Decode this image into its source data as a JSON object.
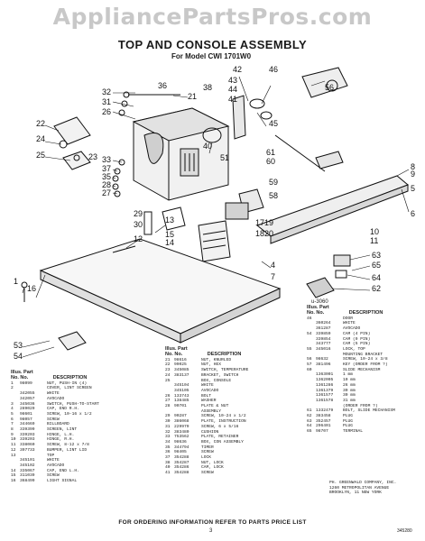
{
  "watermark": "AppliancePartsPros.com",
  "title": "TOP AND CONSOLE ASSEMBLY",
  "subtitle": "For Model CWI 1701W0",
  "figure_label": "u-3060",
  "callouts": [
    {
      "t": "36"
    },
    {
      "t": "32"
    },
    {
      "t": "31"
    },
    {
      "t": "21"
    },
    {
      "t": "26"
    },
    {
      "t": "22"
    },
    {
      "t": "24"
    },
    {
      "t": "25"
    },
    {
      "t": "23"
    },
    {
      "t": "33"
    },
    {
      "t": "37"
    },
    {
      "t": "35"
    },
    {
      "t": "28"
    },
    {
      "t": "27"
    },
    {
      "t": "42"
    },
    {
      "t": "46"
    },
    {
      "t": "43"
    },
    {
      "t": "44"
    },
    {
      "t": "41"
    },
    {
      "t": "38"
    },
    {
      "t": "56"
    },
    {
      "t": "45"
    },
    {
      "t": "40"
    },
    {
      "t": "51"
    },
    {
      "t": "61"
    },
    {
      "t": "60"
    },
    {
      "t": "8"
    },
    {
      "t": "9"
    },
    {
      "t": "5"
    },
    {
      "t": "6"
    },
    {
      "t": "59"
    },
    {
      "t": "58"
    },
    {
      "t": "29"
    },
    {
      "t": "30"
    },
    {
      "t": "13"
    },
    {
      "t": "15"
    },
    {
      "t": "14"
    },
    {
      "t": "12"
    },
    {
      "t": "17"
    },
    {
      "t": "19"
    },
    {
      "t": "20"
    },
    {
      "t": "18"
    },
    {
      "t": "63"
    },
    {
      "t": "65"
    },
    {
      "t": "64"
    },
    {
      "t": "62"
    },
    {
      "t": "1"
    },
    {
      "t": "16"
    },
    {
      "t": "53"
    },
    {
      "t": "54"
    },
    {
      "t": "4"
    },
    {
      "t": "7"
    },
    {
      "t": "10"
    },
    {
      "t": "11"
    }
  ],
  "table1": {
    "headers": [
      "Illus. Part",
      "No.  No.",
      "DESCRIPTION"
    ],
    "rows": [
      [
        "1",
        "98099",
        "NUT, PUSH-IN (4)"
      ],
      [
        "2",
        "",
        "COVER, LINT SCREEN"
      ],
      [
        "",
        "342055",
        "WHITE"
      ],
      [
        "",
        "342057",
        "AVOCADO"
      ],
      [
        "3",
        "345036",
        "SWITCH, PUSH-TO-START"
      ],
      [
        "4",
        "289029",
        "CAP, END R.H."
      ],
      [
        "5",
        "98601",
        "SCREW, 10-16 x 1/2"
      ],
      [
        "6",
        "98057",
        "SCREW"
      ],
      [
        "7",
        "344669",
        "BILLBOARD"
      ],
      [
        "8",
        "339399",
        "SCREEN, LINT"
      ],
      [
        "9",
        "339203",
        "HINGE, L.H."
      ],
      [
        "10",
        "339203",
        "HINGE, R.H."
      ],
      [
        "11",
        "338060",
        "SCREW, 8-12 x 7/8"
      ],
      [
        "12",
        "397733",
        "BUMPER, LINT LID"
      ],
      [
        "13",
        "",
        "TOP"
      ],
      [
        "",
        "345101",
        "WHITE"
      ],
      [
        "",
        "345102",
        "AVOCADO"
      ],
      [
        "14",
        "335067",
        "CAP, END L.H."
      ],
      [
        "15",
        "311039",
        "SCREW"
      ],
      [
        "16",
        "368499",
        "LIGHT SIGNAL"
      ]
    ]
  },
  "table2": {
    "headers": [
      "Illus. Part",
      "No.  No.",
      "DESCRIPTION"
    ],
    "rows": [
      [
        "21",
        "98616",
        "NUT, KNURLED"
      ],
      [
        "22",
        "99025",
        "NUT, HEX"
      ],
      [
        "23",
        "345085",
        "SWITCH, TEMPERATURE"
      ],
      [
        "24",
        "383137",
        "BRACKET, SWITCH"
      ],
      [
        "25",
        "",
        "BOX, CONSOLE"
      ],
      [
        "",
        "345104",
        "WHITE"
      ],
      [
        "",
        "345105",
        "AVOCADO"
      ],
      [
        "26",
        "133743",
        "BOLT"
      ],
      [
        "27",
        "138485",
        "WASHER"
      ],
      [
        "28",
        "90701",
        "PLATE & NUT"
      ],
      [
        "",
        "",
        "ASSEMBLY"
      ],
      [
        "29",
        "90287",
        "SCREW, 10-24 x 1/2"
      ],
      [
        "30",
        "386068",
        "PLATE, INSTRUCTION"
      ],
      [
        "31",
        "229979",
        "SCREW, 6 x 5/16"
      ],
      [
        "32",
        "383480",
        "CUSHION"
      ],
      [
        "33",
        "753562",
        "PLATE, RETAINER"
      ],
      [
        "34",
        "98636",
        "BOX, CON ASSEMBLY"
      ],
      [
        "35",
        "344794",
        "TIMER"
      ],
      [
        "36",
        "98405",
        "SCREW"
      ],
      [
        "37",
        "354288",
        "LOCK"
      ],
      [
        "38",
        "354287",
        "NUT, LOCK"
      ],
      [
        "40",
        "354286",
        "CAM, LOCK"
      ],
      [
        "41",
        "354288",
        "SCREW"
      ]
    ]
  },
  "table3": {
    "headers": [
      "Illus. Part",
      "No.  No.",
      "DESCRIPTION"
    ],
    "rows": [
      [
        "46",
        "",
        "DOOR"
      ],
      [
        "",
        "360264",
        "WHITE"
      ],
      [
        "",
        "361287",
        "AVOCADO"
      ],
      [
        "54",
        "339859",
        "CAM (4 PIN)"
      ],
      [
        "",
        "339854",
        "CAM (9 PIN)"
      ],
      [
        "",
        "343777",
        "CAM (5 PIN)"
      ],
      [
        "55",
        "345016",
        "LOCK, TOP"
      ],
      [
        "",
        "",
        "MOUNTING BRACKET"
      ],
      [
        "56",
        "98632",
        "SCREW, 10-24 x 3/8"
      ],
      [
        "57",
        "381496",
        "KEY (ORDER FROM ?)"
      ],
      [
        "60",
        "",
        "SLIDE MECHANISM"
      ],
      [
        "",
        "1363001",
        "1 mm"
      ],
      [
        "",
        "1362005",
        "10 mm"
      ],
      [
        "",
        "1361286",
        "26 mm"
      ],
      [
        "",
        "1361379",
        "30 mm"
      ],
      [
        "",
        "1361577",
        "30 mm"
      ],
      [
        "",
        "1361578",
        "31 mm"
      ],
      [
        "",
        "",
        "(ORDER FROM ?)"
      ],
      [
        "61",
        "1332479",
        "BOLT, SLIDE MECHANISM"
      ],
      [
        "62",
        "383458",
        "PLUG"
      ],
      [
        "63",
        "352457",
        "PLUG"
      ],
      [
        "64",
        "296401",
        "PLUG"
      ],
      [
        "65",
        "98707",
        "TERMINAL"
      ]
    ]
  },
  "address": [
    "PH. GREENWALD COMPANY, INC.",
    "1260 METROPOLITAN AVENUE",
    "BROOKLYN, 11 NEW YORK"
  ],
  "footer": "FOR ORDERING INFORMATION REFER TO PARTS PRICE LIST",
  "page_number": "3",
  "doc_number": "345280"
}
